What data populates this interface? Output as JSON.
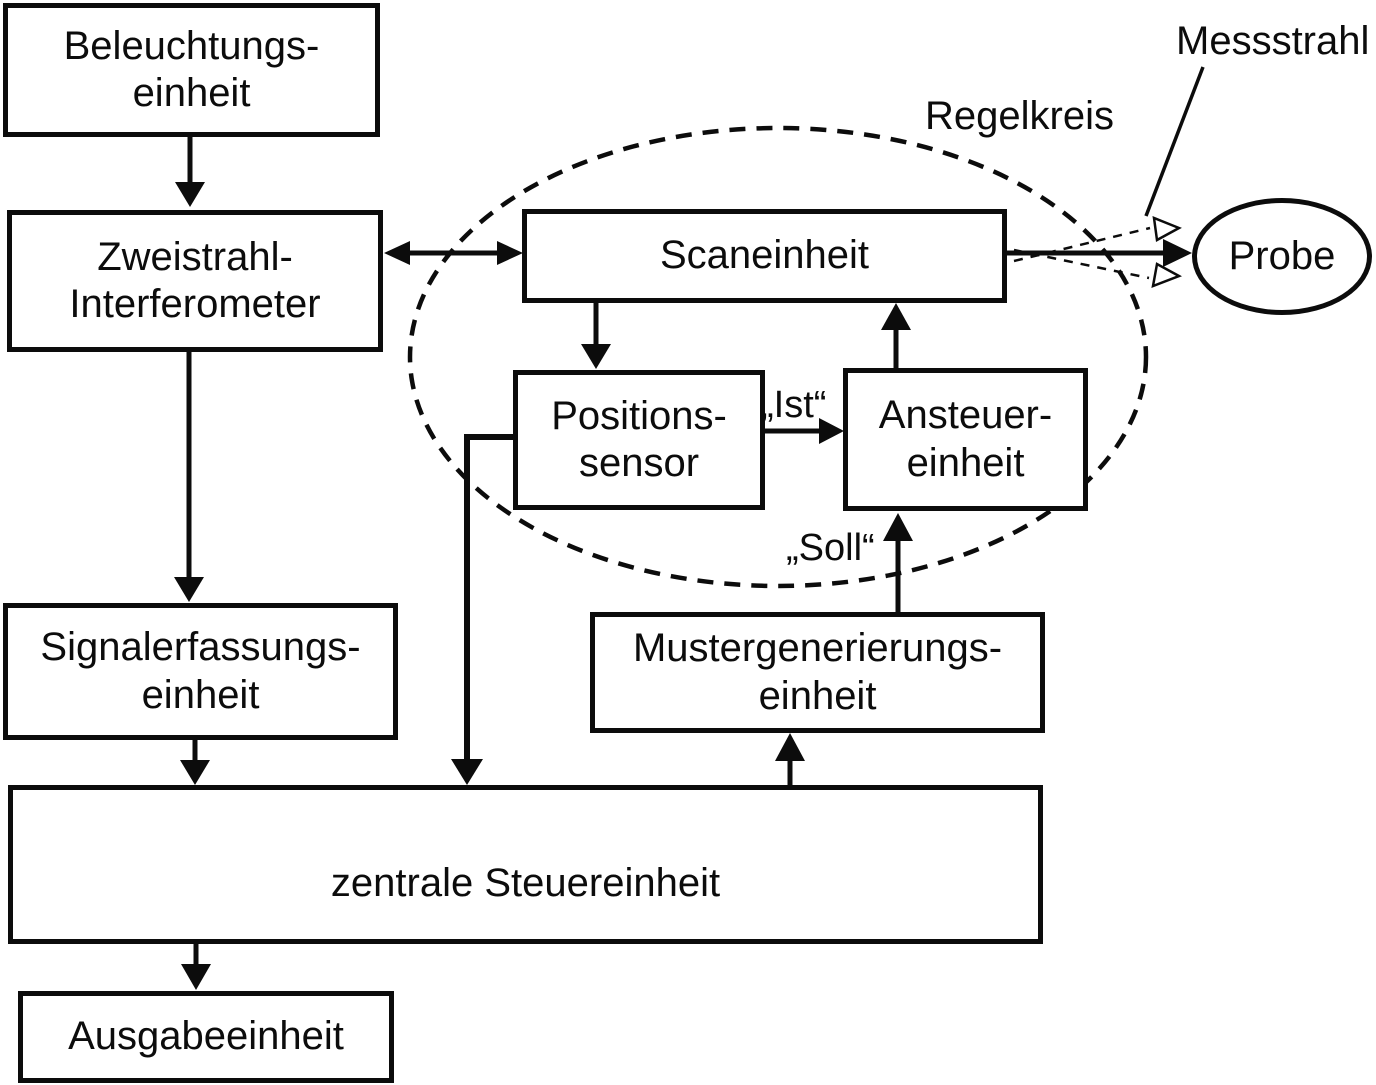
{
  "diagram": {
    "boxes": {
      "beleuchtungseinheit": {
        "lines": [
          "Beleuchtungs-",
          "einheit"
        ]
      },
      "zweistrahl_interferometer": {
        "lines": [
          "Zweistrahl-",
          "Interferometer"
        ]
      },
      "scaneinheit": {
        "lines": [
          "Scaneinheit"
        ]
      },
      "positionssensor": {
        "lines": [
          "Positions-",
          "sensor"
        ]
      },
      "ansteuereinheit": {
        "lines": [
          "Ansteuer-",
          "einheit"
        ]
      },
      "mustergenerierungseinheit": {
        "lines": [
          "Mustergenerierungs-",
          "einheit"
        ]
      },
      "signalerfassungseinheit": {
        "lines": [
          "Signalerfassungs-",
          "einheit"
        ]
      },
      "zentrale_steuereinheit": {
        "lines": [
          "zentrale Steuereinheit"
        ]
      },
      "ausgabeeinheit": {
        "lines": [
          "Ausgabeeinheit"
        ]
      },
      "probe": {
        "lines": [
          "Probe"
        ]
      }
    },
    "labels": {
      "regelkreis": "Regelkreis",
      "messstrahl": "Messstrahl",
      "ist": "„Ist“",
      "soll": "„Soll“"
    },
    "colors": {
      "ink": "#0c0c0c",
      "background": "#ffffff"
    }
  }
}
